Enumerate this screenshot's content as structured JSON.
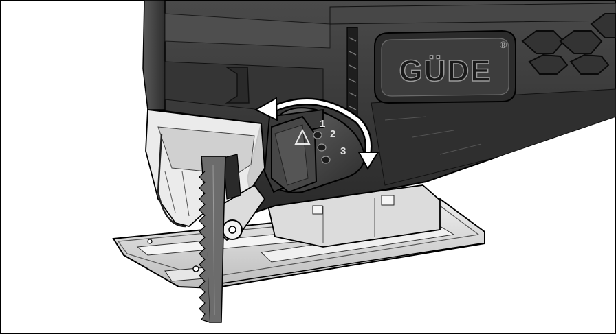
{
  "figure": {
    "brand_logo_text": "GÜDE",
    "registered_mark": "®",
    "dial_positions": [
      "1",
      "2",
      "3"
    ],
    "dial_arrow_icon": "triangle-up-icon",
    "rotation_indicator_icon": "double-headed-curved-arrow-icon",
    "colors": {
      "housing": "#3a3a3a",
      "housing_dark": "#262626",
      "plastic_light": "#d8d8d8",
      "metal": "#c4c4c4",
      "outline": "#000000"
    }
  }
}
